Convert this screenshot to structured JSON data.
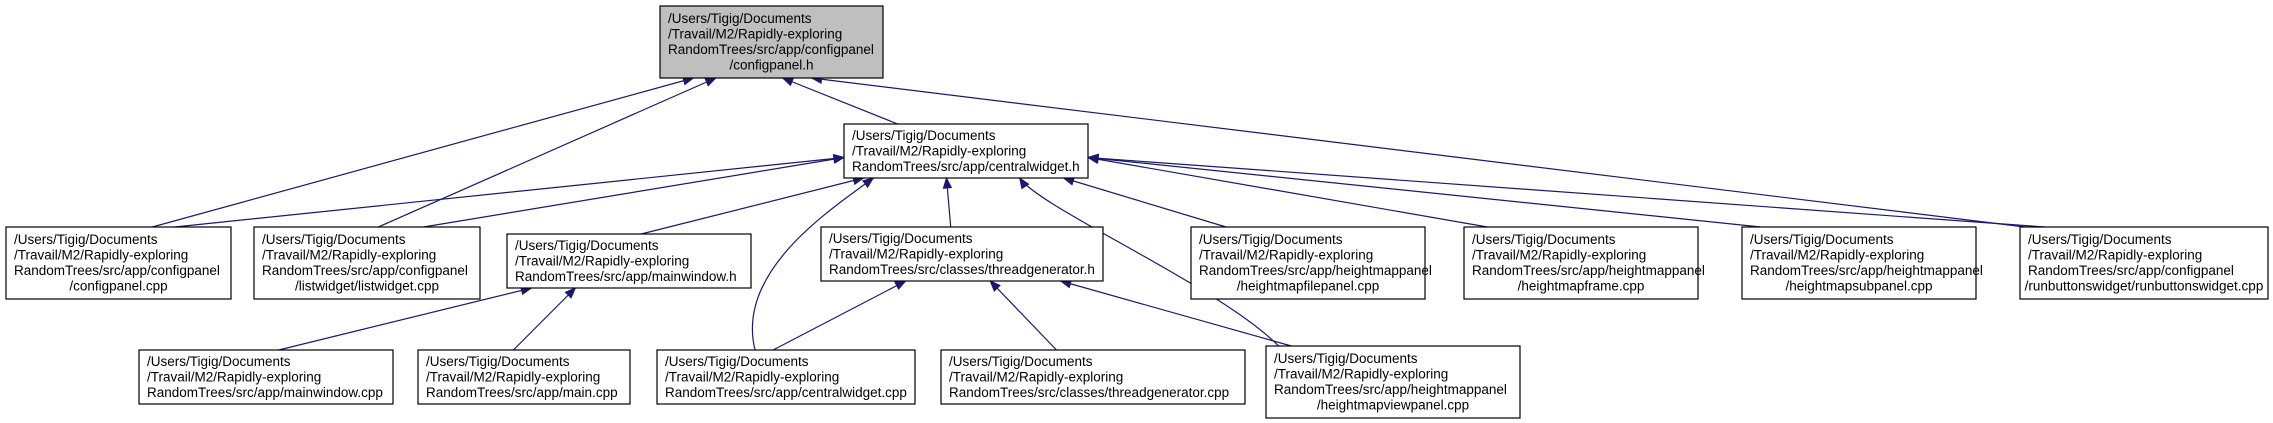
{
  "colors": {
    "edge": "#191970",
    "root_fill": "#bfbfbf",
    "node_fill": "#ffffff",
    "border": "#000000"
  },
  "nodes": [
    {
      "id": "configpanel_h",
      "lines": [
        "/Users/Tigig/Documents",
        "/Travail/M2/Rapidly-exploring",
        "RandomTrees/src/app/configpanel",
        "/configpanel.h"
      ],
      "root": true
    },
    {
      "id": "centralwidget_h",
      "lines": [
        "/Users/Tigig/Documents",
        "/Travail/M2/Rapidly-exploring",
        "RandomTrees/src/app/centralwidget.h"
      ]
    },
    {
      "id": "configpanel_cpp",
      "lines": [
        "/Users/Tigig/Documents",
        "/Travail/M2/Rapidly-exploring",
        "RandomTrees/src/app/configpanel",
        "/configpanel.cpp"
      ]
    },
    {
      "id": "listwidget_cpp",
      "lines": [
        "/Users/Tigig/Documents",
        "/Travail/M2/Rapidly-exploring",
        "RandomTrees/src/app/configpanel",
        "/listwidget/listwidget.cpp"
      ]
    },
    {
      "id": "runbuttonswidget_cpp",
      "lines": [
        "/Users/Tigig/Documents",
        "/Travail/M2/Rapidly-exploring",
        "RandomTrees/src/app/configpanel",
        "/runbuttonswidget/runbuttonswidget.cpp"
      ]
    },
    {
      "id": "mainwindow_h",
      "lines": [
        "/Users/Tigig/Documents",
        "/Travail/M2/Rapidly-exploring",
        "RandomTrees/src/app/mainwindow.h"
      ]
    },
    {
      "id": "threadgenerator_h",
      "lines": [
        "/Users/Tigig/Documents",
        "/Travail/M2/Rapidly-exploring",
        "RandomTrees/src/classes/threadgenerator.h"
      ]
    },
    {
      "id": "heightmapfilepanel_cpp",
      "lines": [
        "/Users/Tigig/Documents",
        "/Travail/M2/Rapidly-exploring",
        "RandomTrees/src/app/heightmappanel",
        "/heightmapfilepanel.cpp"
      ]
    },
    {
      "id": "heightmapframe_cpp",
      "lines": [
        "/Users/Tigig/Documents",
        "/Travail/M2/Rapidly-exploring",
        "RandomTrees/src/app/heightmappanel",
        "/heightmapframe.cpp"
      ]
    },
    {
      "id": "heightmapsubpanel_cpp",
      "lines": [
        "/Users/Tigig/Documents",
        "/Travail/M2/Rapidly-exploring",
        "RandomTrees/src/app/heightmappanel",
        "/heightmapsubpanel.cpp"
      ]
    },
    {
      "id": "mainwindow_cpp",
      "lines": [
        "/Users/Tigig/Documents",
        "/Travail/M2/Rapidly-exploring",
        "RandomTrees/src/app/mainwindow.cpp"
      ]
    },
    {
      "id": "main_cpp",
      "lines": [
        "/Users/Tigig/Documents",
        "/Travail/M2/Rapidly-exploring",
        "RandomTrees/src/app/main.cpp"
      ]
    },
    {
      "id": "centralwidget_cpp",
      "lines": [
        "/Users/Tigig/Documents",
        "/Travail/M2/Rapidly-exploring",
        "RandomTrees/src/app/centralwidget.cpp"
      ]
    },
    {
      "id": "threadgenerator_cpp",
      "lines": [
        "/Users/Tigig/Documents",
        "/Travail/M2/Rapidly-exploring",
        "RandomTrees/src/classes/threadgenerator.cpp"
      ]
    },
    {
      "id": "heightmapviewpanel_cpp",
      "lines": [
        "/Users/Tigig/Documents",
        "/Travail/M2/Rapidly-exploring",
        "RandomTrees/src/app/heightmappanel",
        "/heightmapviewpanel.cpp"
      ]
    }
  ],
  "edges": [
    {
      "from": "configpanel_cpp",
      "to": "configpanel_h"
    },
    {
      "from": "listwidget_cpp",
      "to": "configpanel_h"
    },
    {
      "from": "centralwidget_h",
      "to": "configpanel_h"
    },
    {
      "from": "runbuttonswidget_cpp",
      "to": "configpanel_h"
    },
    {
      "from": "configpanel_cpp",
      "to": "centralwidget_h"
    },
    {
      "from": "listwidget_cpp",
      "to": "centralwidget_h"
    },
    {
      "from": "mainwindow_h",
      "to": "centralwidget_h"
    },
    {
      "from": "centralwidget_cpp",
      "to": "centralwidget_h"
    },
    {
      "from": "threadgenerator_h",
      "to": "centralwidget_h"
    },
    {
      "from": "heightmapviewpanel_cpp",
      "to": "centralwidget_h"
    },
    {
      "from": "heightmapfilepanel_cpp",
      "to": "centralwidget_h"
    },
    {
      "from": "heightmapframe_cpp",
      "to": "centralwidget_h"
    },
    {
      "from": "heightmapsubpanel_cpp",
      "to": "centralwidget_h"
    },
    {
      "from": "runbuttonswidget_cpp",
      "to": "centralwidget_h"
    },
    {
      "from": "mainwindow_cpp",
      "to": "mainwindow_h"
    },
    {
      "from": "main_cpp",
      "to": "mainwindow_h"
    },
    {
      "from": "centralwidget_cpp",
      "to": "threadgenerator_h"
    },
    {
      "from": "threadgenerator_cpp",
      "to": "threadgenerator_h"
    },
    {
      "from": "heightmapviewpanel_cpp",
      "to": "threadgenerator_h"
    }
  ]
}
